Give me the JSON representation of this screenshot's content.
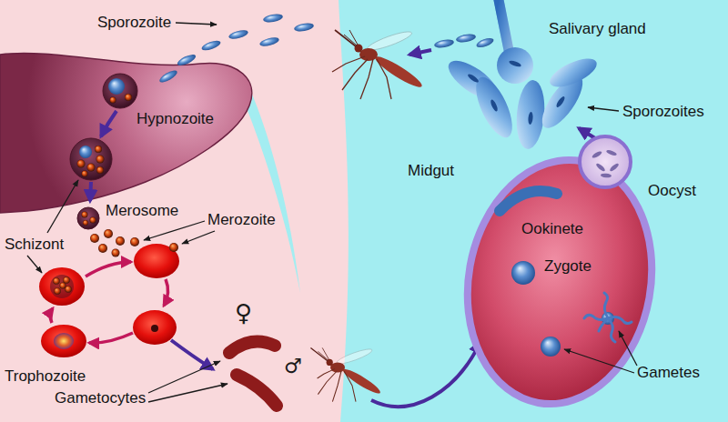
{
  "diagram": {
    "labels": [
      "Sporozoite",
      "Salivary gland",
      "Sporozoites",
      "Hypnozoite",
      "Midgut",
      "Oocyst",
      "Merosome",
      "Merozoite",
      "Ookinete",
      "Schizont",
      "Zygote",
      "♀",
      "♂",
      "Gametes",
      "Trophozoite",
      "Gametocytes"
    ]
  }
}
